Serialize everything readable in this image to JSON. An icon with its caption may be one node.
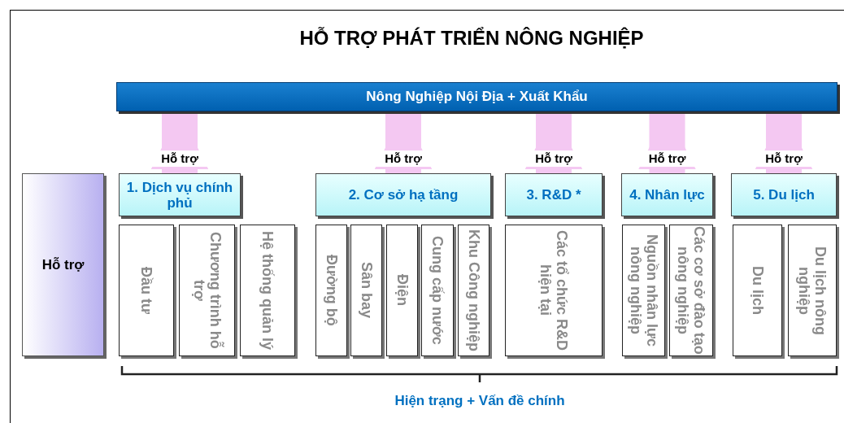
{
  "diagram": {
    "title": "HỖ TRỢ PHÁT TRIỂN NÔNG NGHIỆP",
    "nodes": [
      {
        "text": [
          "Nông Nghiệp Nội Địa + Xuất Khẩu"
        ]
      },
      {
        "text": [
          "Hỗ trợ"
        ]
      },
      {
        "text": [
          "1. Dịch vụ chính phủ"
        ]
      },
      {
        "text": [
          "2. Cơ sở hạ tầng"
        ]
      },
      {
        "text": [
          "3. R&D *"
        ]
      },
      {
        "text": [
          "4. Nhân lực"
        ]
      },
      {
        "text": [
          "5. Du lịch"
        ]
      },
      {
        "text": [
          "Đầu tư"
        ]
      },
      {
        "text": [
          "Chương trình hỗ trợ"
        ]
      },
      {
        "text": [
          "Hệ thống quản lý"
        ]
      },
      {
        "text": [
          "Đường bộ"
        ]
      },
      {
        "text": [
          "Sân bay"
        ]
      },
      {
        "text": [
          "Điện"
        ]
      },
      {
        "text": [
          "Cung cấp nước"
        ]
      },
      {
        "text": [
          "Khu Công nghiệp"
        ]
      },
      {
        "text": [
          "Các tổ chức R&D hiện tại"
        ]
      },
      {
        "text": [
          "Nguồn nhân lực nông nghiệp"
        ]
      },
      {
        "text": [
          "Các cơ sở đào tạo nông nghiệp"
        ]
      },
      {
        "text": [
          "Du lịch"
        ]
      },
      {
        "text": [
          "Du lịch nông nghiệp"
        ]
      }
    ],
    "edges": [
      {
        "from": 2,
        "to": 0,
        "arrow": "to",
        "label": "Hỗ trợ"
      },
      {
        "from": 3,
        "to": 0,
        "arrow": "to",
        "label": "Hỗ trợ"
      },
      {
        "from": 4,
        "to": 0,
        "arrow": "to",
        "label": "Hỗ trợ"
      },
      {
        "from": 5,
        "to": 0,
        "arrow": "to",
        "label": "Hỗ trợ"
      },
      {
        "from": 6,
        "to": 0,
        "arrow": "to",
        "label": "Hỗ trợ"
      }
    ],
    "labels": [
      "Hiện trạng + Vấn đề chính"
    ]
  }
}
